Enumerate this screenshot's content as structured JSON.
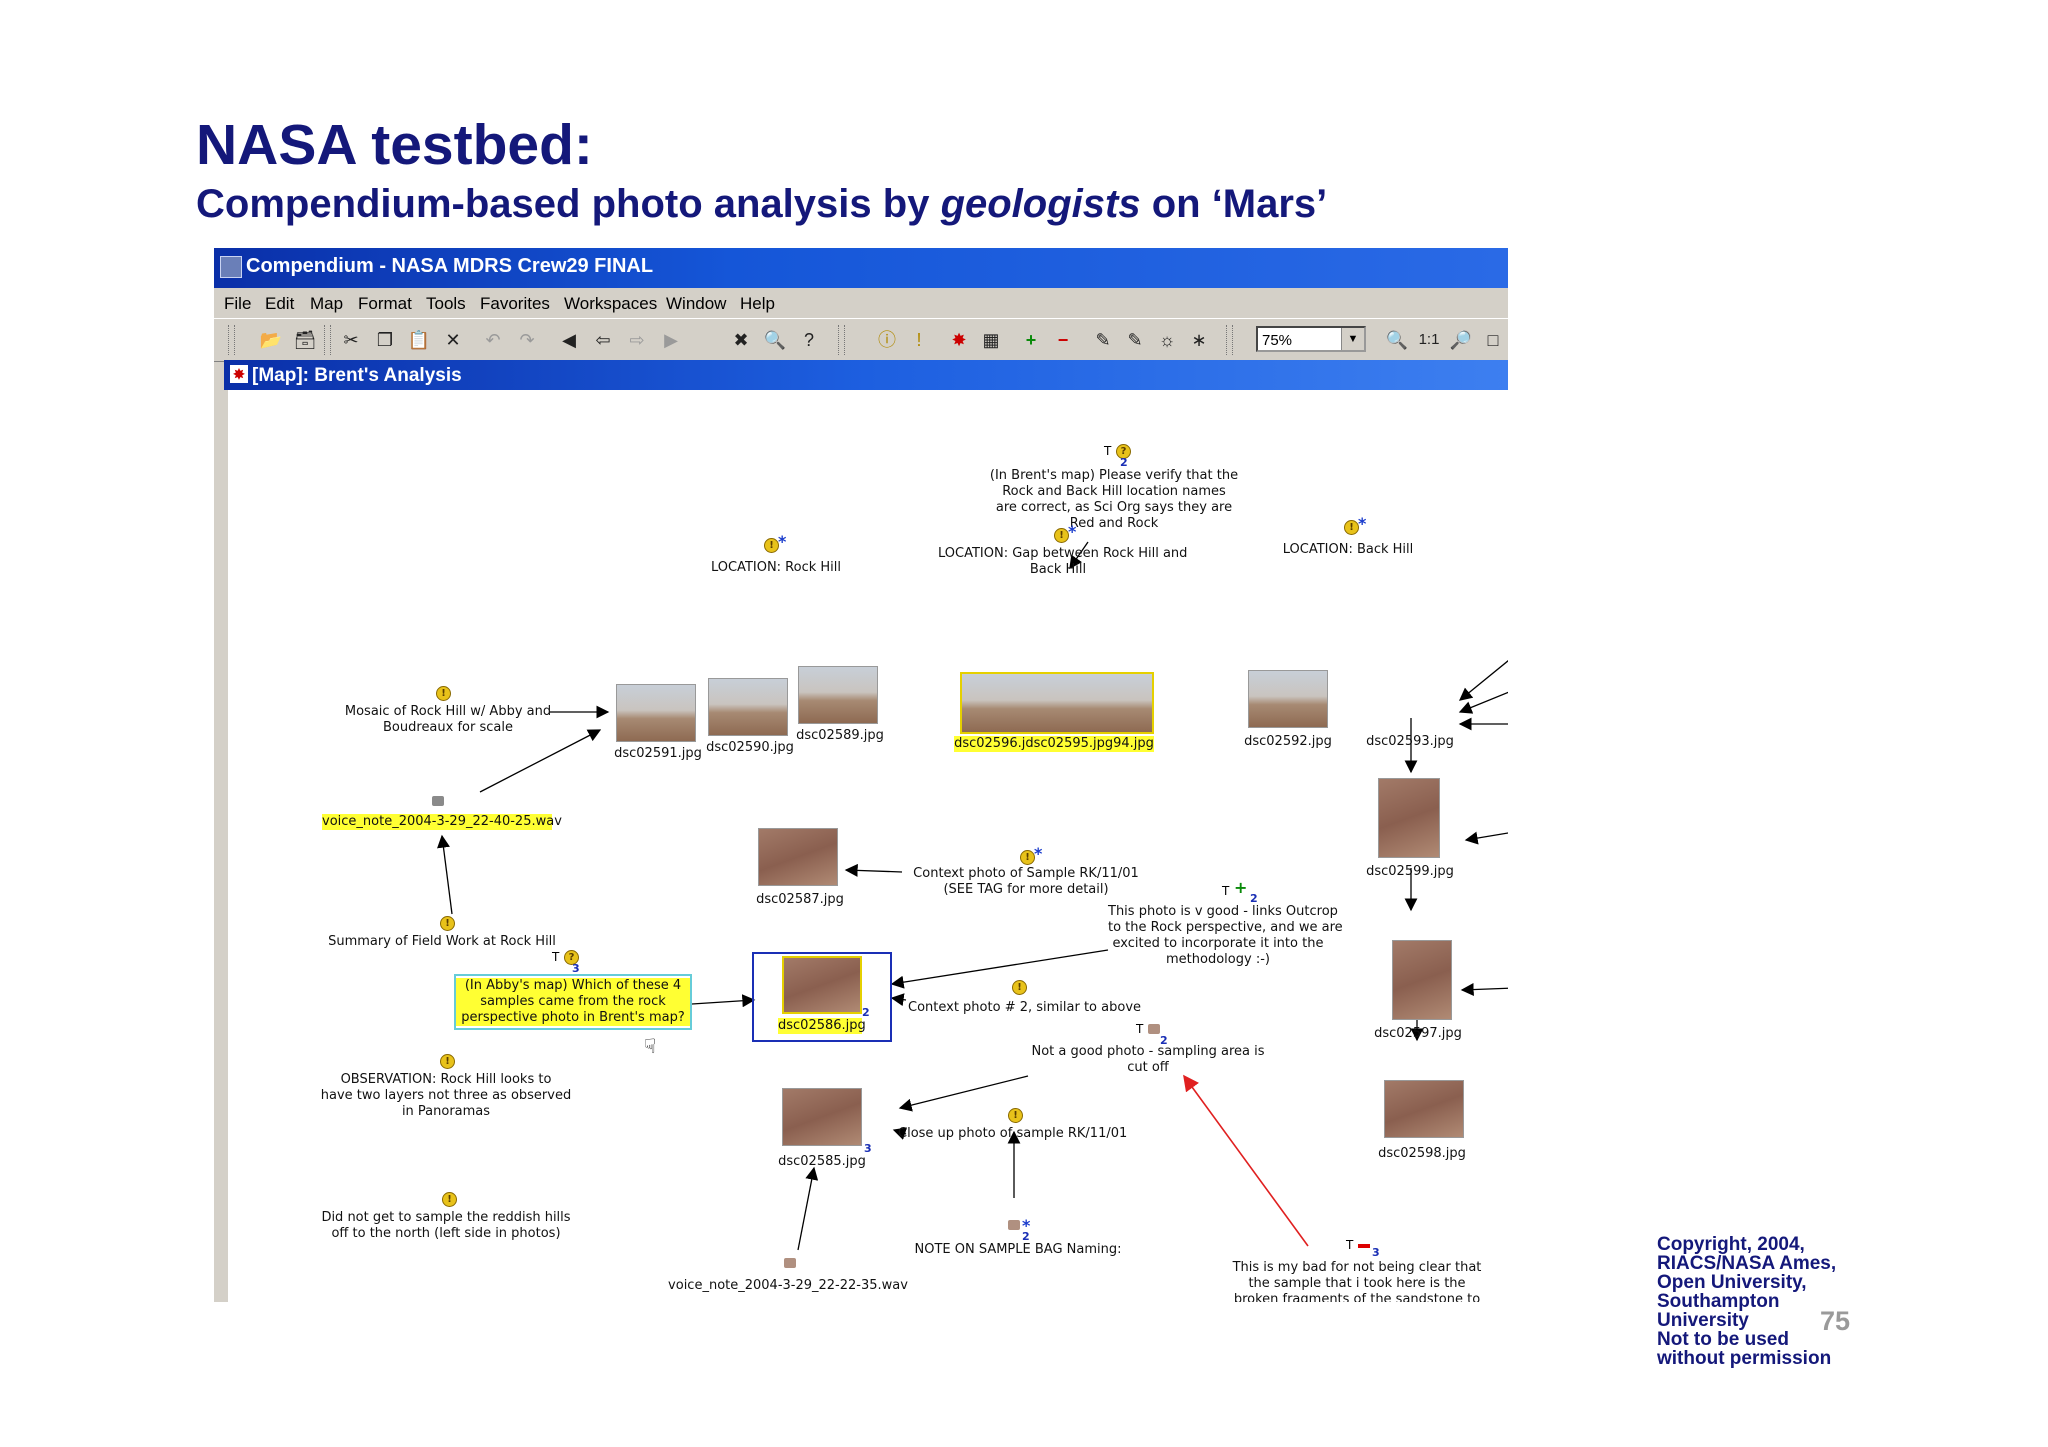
{
  "slide": {
    "title": "NASA testbed:",
    "subtitle_pre": "Compendium-based photo analysis by ",
    "subtitle_em": "geologists",
    "subtitle_post": " on ‘Mars’",
    "copyright": [
      "Copyright, 2004,",
      "RIACS/NASA Ames,",
      "Open University,",
      "Southampton",
      "University",
      "Not to be used",
      "without permission"
    ],
    "page_number": "75"
  },
  "window": {
    "title": "Compendium - NASA MDRS Crew29 FINAL",
    "menu": [
      "File",
      "Edit",
      "Map",
      "Format",
      "Tools",
      "Favorites",
      "Workspaces",
      "Window",
      "Help"
    ],
    "zoom": "75%",
    "zoom_fit_label": "1:1",
    "map_title": "[Map]: Brent's Analysis"
  },
  "map": {
    "question_top": [
      "(In Brent's map) Please verify that the",
      "Rock and Back Hill  location names",
      "are correct, as Sci Org says they are",
      "Red and Rock"
    ],
    "loc_rock_hill": "LOCATION: Rock Hill",
    "loc_gap": [
      "LOCATION: Gap between Rock Hill and",
      "Back Hill"
    ],
    "loc_back_hill": "LOCATION: Back Hill",
    "mosaic_note": [
      "Mosaic of Rock Hill w/ Abby and",
      "Boudreaux for scale"
    ],
    "photos": {
      "p591": "dsc02591.jpg",
      "p590": "dsc02590.jpg",
      "p589": "dsc02589.jpg",
      "p596": "dsc02596.jdsc02595.jpg94.jpg",
      "p592": "dsc02592.jpg",
      "p593": "dsc02593.jpg",
      "p587": "dsc02587.jpg",
      "p599": "dsc02599.jpg",
      "p586": "dsc02586.jpg",
      "p597": "dsc02597.jpg",
      "p585": "dsc02585.jpg",
      "p598": "dsc02598.jpg"
    },
    "voice_note_1": "voice_note_2004-3-29_22-40-25.wav",
    "voice_note_2": "voice_note_2004-3-29_22-22-35.wav",
    "context_photo": [
      "Context photo of Sample RK/11/01",
      "(SEE TAG for more detail)"
    ],
    "good_photo": [
      "This photo is v good - links Outcrop",
      "to the Rock perspective, and we are",
      "excited to incorporate it into the",
      "methodology :-)"
    ],
    "summary": "Summary of Field Work at Rock Hill",
    "abby_question": [
      "(In Abby's map) Which of these 4",
      "samples came from the rock",
      "perspective photo in Brent's map?"
    ],
    "context_photo_2": "Context photo # 2, similar to above",
    "not_good_photo": [
      "Not a good photo - sampling area is",
      "cut off"
    ],
    "observation": [
      "OBSERVATION: Rock Hill looks to",
      "have two layers not three as observed",
      "in Panoramas"
    ],
    "close_up": "Close up photo of sample RK/11/01",
    "did_not_get": [
      "Did not get to sample the reddish hills",
      "off to the north (left side in photos)"
    ],
    "note_sample_bag": "NOTE ON SAMPLE BAG Naming:",
    "my_bad": [
      "This is my bad for not being clear that",
      "the sample that i took here is the",
      "broken fragments of the sandstone to"
    ],
    "counts": {
      "c2a": "2",
      "c3a": "3",
      "c2b": "2",
      "c2c": "2",
      "c3b": "3",
      "c2d": "2",
      "c3c": "3",
      "t": "T"
    }
  }
}
